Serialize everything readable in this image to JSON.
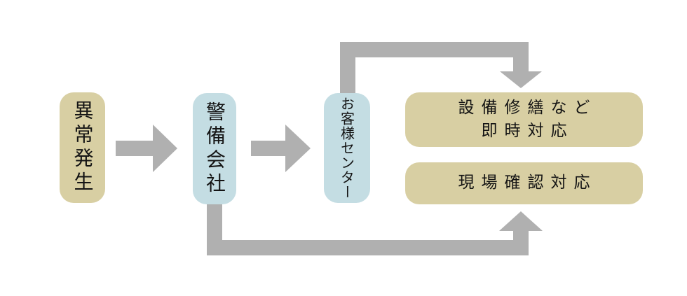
{
  "colors": {
    "node_tan": "#d8cfa3",
    "node_blue": "#c4dde3",
    "arrow_gray": "#b0b0b0",
    "text_ink": "#141414",
    "background": "#ffffff"
  },
  "diagram": {
    "nodes": [
      {
        "id": "incident",
        "label": "異常発生",
        "fill": "tan",
        "text_direction": "vertical"
      },
      {
        "id": "security-company",
        "label": "警備会社",
        "fill": "blue",
        "text_direction": "vertical"
      },
      {
        "id": "customer-center",
        "label": "お客様センター",
        "fill": "blue",
        "text_direction": "vertical"
      },
      {
        "id": "repair-response",
        "label": "設備修繕など\n即時対応",
        "fill": "tan",
        "text_direction": "horizontal"
      },
      {
        "id": "onsite-response",
        "label": "現場確認対応",
        "fill": "tan",
        "text_direction": "horizontal"
      }
    ],
    "edges": [
      {
        "from": "incident",
        "to": "security-company",
        "style": "block-arrow-right"
      },
      {
        "from": "security-company",
        "to": "customer-center",
        "style": "block-arrow-right"
      },
      {
        "from": "customer-center",
        "to": "repair-response",
        "style": "elbow-over-top-arrow-down"
      },
      {
        "from": "security-company",
        "to": "onsite-response",
        "style": "elbow-under-bottom-arrow-up"
      }
    ]
  }
}
